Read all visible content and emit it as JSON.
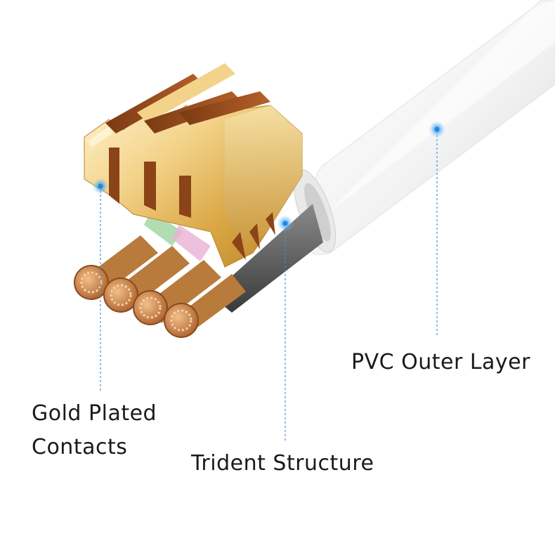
{
  "labels": {
    "pvc": "PVC Outer Layer",
    "gold_line1": "Gold Plated",
    "gold_line2": "Contacts",
    "trident": "Trident Structure"
  },
  "colors": {
    "marker": "#1e88e5",
    "leader_line": "#4a90d9",
    "gold": "#d9a441",
    "copper": "#c8733a",
    "jacket": "#efefef",
    "inner_sheath": "#555555"
  },
  "icons": {
    "marker": "glowing-dot-icon"
  }
}
